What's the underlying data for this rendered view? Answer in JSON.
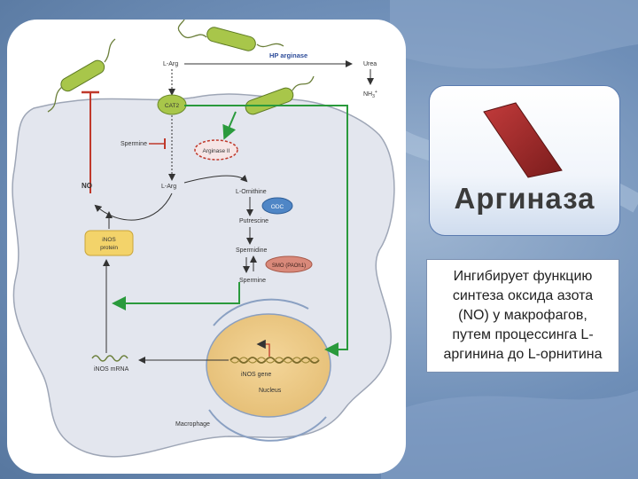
{
  "slide": {
    "title": "Аргиназа",
    "description": "Ингибирует функцию\nсинтеза оксида азота\n(NO) у макрофагов,\nпутем процессинга L-\nаргинина до L-орнитина"
  },
  "diagram": {
    "hp_arginase": "HP arginase",
    "l_arg_top": "L-Arg",
    "urea": "Urea",
    "nh3": "NH",
    "nh3_sub": "3",
    "nh3_sup": "+",
    "cat2": "CAT2",
    "spermine_top": "Spermine",
    "arginase_ii": "Arginase II",
    "no": "NO",
    "l_arg_mid": "L-Arg",
    "l_ornithine": "L-Ornithine",
    "odc": "ODC",
    "putrescine": "Putrescine",
    "inos_protein_1": "iNOS",
    "inos_protein_2": "protein",
    "spermidine": "Spermidine",
    "smo_paoh": "SMO (PAOh1)",
    "spermine_bottom": "Spermine",
    "inos_mrna": "iNOS mRNA",
    "inos_gene": "iNOS gene",
    "nucleus": "Nucleus",
    "macrophage": "Macrophage"
  },
  "colors": {
    "accent_green": "#2a9a3c",
    "inhibit_red": "#c0392b",
    "cell_fill": "#e3e6ee",
    "cat2_fill": "#a8c64a",
    "odc_fill": "#4f86c6",
    "smo_fill": "#d9897a",
    "inos_protein_fill": "#f3d36a",
    "diamond": "#a52a2a"
  }
}
